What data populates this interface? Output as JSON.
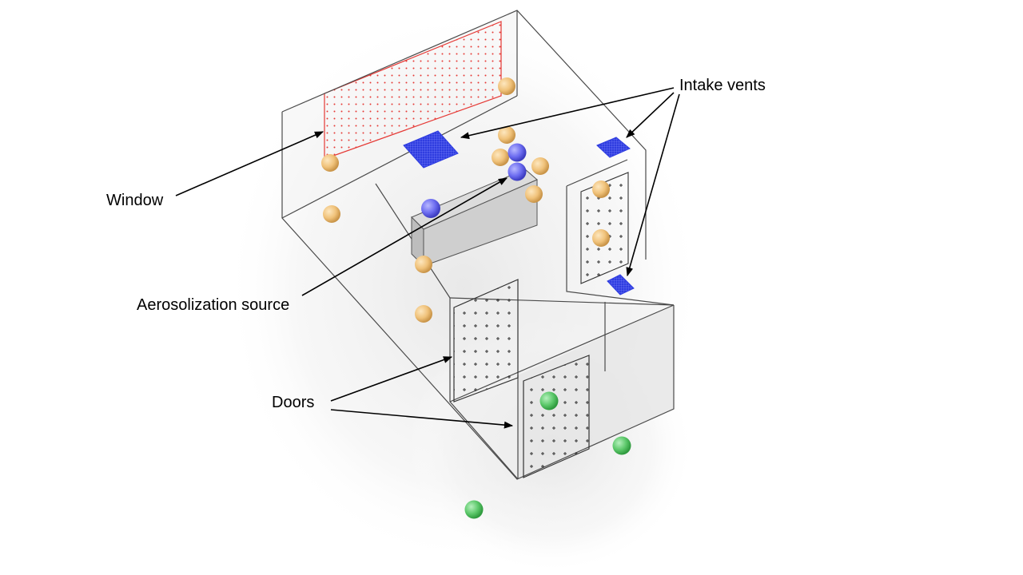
{
  "labels": {
    "window": "Window",
    "intake_vents": "Intake vents",
    "aerosolization_source": "Aerosolization source",
    "doors": "Doors"
  },
  "colors": {
    "room_edge": "#4a4a4a",
    "window_grid": "#e53935",
    "vent": "#2f3de0",
    "door_marks": "#333333",
    "occupant_orange": "#f0c27a",
    "occupant_blue": "#6c6cf0",
    "occupant_green": "#5cc86a",
    "bench": "#d8d8d8"
  },
  "icons": {
    "occupant": "sphere",
    "vent": "grid-square",
    "door": "door-panel"
  }
}
